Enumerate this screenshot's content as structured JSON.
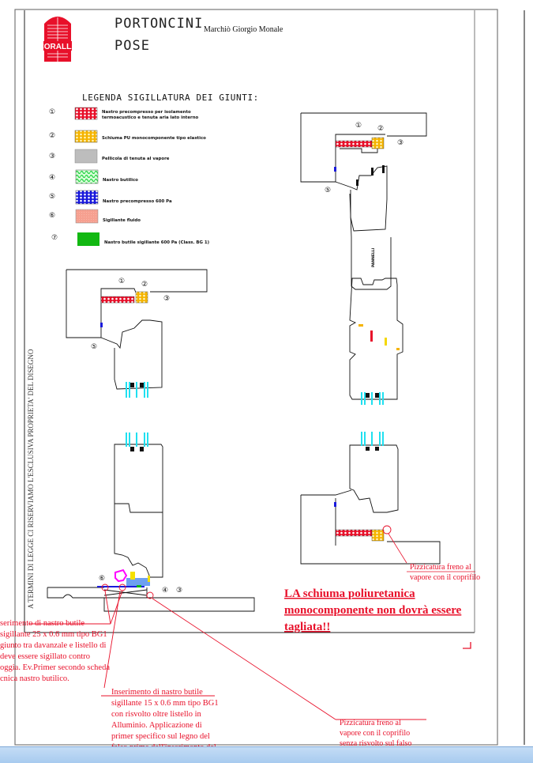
{
  "header": {
    "logo_name": "CORALLA",
    "title_line1": "PORTONCINI",
    "title_line2": "POSE",
    "author": "Marchiò Giorgio Monale"
  },
  "legend": {
    "title": "LEGENDA SIGILLATURA DEI GIUNTI:",
    "items": [
      {
        "num": "①",
        "label1": "Nastro precompresso per isolamento",
        "label2": "termoacustico e tenuta aria lato interno",
        "color": "#e8102a",
        "pattern": "dots-red"
      },
      {
        "num": "②",
        "label1": "Schiuma PU monocomponente tipo elastico",
        "label2": "",
        "color": "#f5b400",
        "pattern": "dots-orange"
      },
      {
        "num": "③",
        "label1": "Pellicola di tenuta al vapore",
        "label2": "",
        "color": "#b8b8b8",
        "pattern": "solid-gray"
      },
      {
        "num": "④",
        "label1": "Nastro butilico",
        "label2": "",
        "color": "#38e060",
        "pattern": "waves-green"
      },
      {
        "num": "⑤",
        "label1": "Nastro precompresso 600 Pa",
        "label2": "",
        "color": "#1a1adc",
        "pattern": "dots-blue"
      },
      {
        "num": "⑥",
        "label1": "Sigillante fluido",
        "label2": "",
        "color": "#f6a090",
        "pattern": "solid-salmon"
      },
      {
        "num": "⑦",
        "label1": "Nastro butile sigillante 600 Pa (Class. BG 1)",
        "label2": "",
        "color": "#12b812",
        "pattern": "solid-green"
      }
    ]
  },
  "drawing": {
    "panel_label": "PANNELLI",
    "callout_nums": {
      "n1": "①",
      "n2": "②",
      "n3": "③",
      "n4": "④",
      "n5": "⑤",
      "n6": "⑥"
    },
    "vertical_notice": "A TERMINI DI LEGGE CI RISERVIAMO L'ESCLUSIVA PROPRIETA' DEL DISEGNO"
  },
  "notes": {
    "left_note": [
      "serimento di nastro butile",
      "sigillante 25 x 0.6 mm tipo BG1",
      "giunto tra davanzale e listello di",
      "deve essere sigillato contro",
      "oggia. Ev.Primer secondo scheda",
      "cnica nastro butilico."
    ],
    "center_note": [
      "Inserimento di nastro butile",
      "sigillante 15 x 0.6 mm tipo BG1",
      "con risvolto oltre listello in",
      "Alluminio. Applicazione di",
      "primer specifico  sul legno del",
      "falso prima dell'inserimento del"
    ],
    "right_top_note": [
      "Pizzicatura freno al",
      "vapore con il coprifilo"
    ],
    "right_bottom_note": [
      "Pizzicatura freno al",
      "vapore con il coprifilo",
      "senza risvolto sul falso"
    ],
    "warning": [
      "LA schiuma poliuretanica",
      "monocomponente non dovrà essere",
      "tagliata!!"
    ]
  }
}
